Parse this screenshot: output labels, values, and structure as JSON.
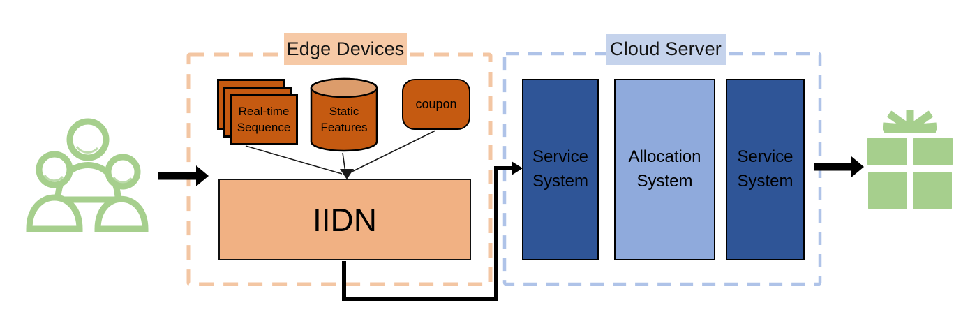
{
  "edge_devices": {
    "title": "Edge Devices",
    "realtime_label": "Real-time\nSequence",
    "static_label": "Static\nFeatures",
    "coupon_label": "coupon",
    "iidn_label": "IIDN"
  },
  "cloud_server": {
    "title": "Cloud Server",
    "systems": [
      {
        "label": "Service\nSystem"
      },
      {
        "label": "Allocation\nSystem"
      },
      {
        "label": "Service\nSystem"
      }
    ]
  },
  "icons": {
    "left": "users-group-icon",
    "right": "gift-icon"
  },
  "colors": {
    "edge_dashed_border": "#F3C6A3",
    "edge_label_bg": "#F6C9A6",
    "device_shape": "#C55A11",
    "cylinder_top": "#DC9C6B",
    "iidn_fill": "#F1B183",
    "cloud_dashed_border": "#AFC3E8",
    "cloud_label_bg": "#C5D3EC",
    "service_fill": "#2F5597",
    "allocation_fill": "#8FAADC",
    "icon_green": "#A6CF8D",
    "connector": "#000000"
  }
}
